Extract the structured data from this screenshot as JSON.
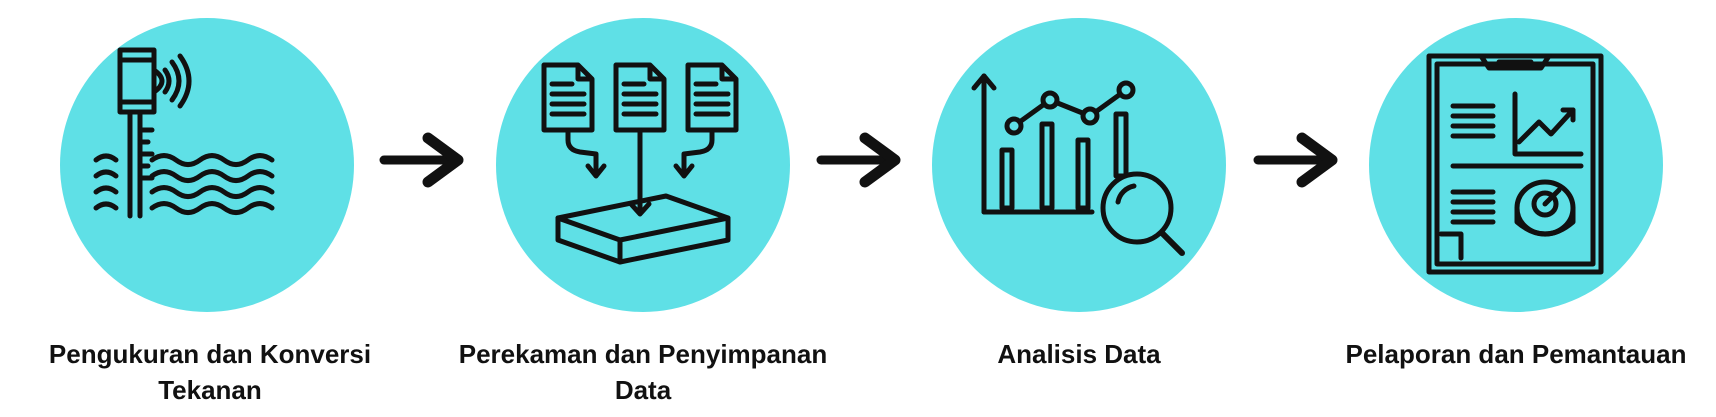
{
  "steps": [
    {
      "title_line1": "Pengukuran dan Konversi",
      "title_line2": "Tekanan",
      "icon": "water-pressure-sensor-icon"
    },
    {
      "title_line1": "Perekaman dan Penyimpanan",
      "title_line2": "Data",
      "icon": "data-storage-icon"
    },
    {
      "title_line1": "Analisis Data",
      "title_line2": "",
      "icon": "data-analysis-chart-icon"
    },
    {
      "title_line1": "Pelaporan dan Pemantauan",
      "title_line2": "",
      "icon": "report-clipboard-icon"
    }
  ],
  "colors": {
    "circle": "#5fe0e6",
    "stroke": "#111111",
    "text": "#111111"
  }
}
